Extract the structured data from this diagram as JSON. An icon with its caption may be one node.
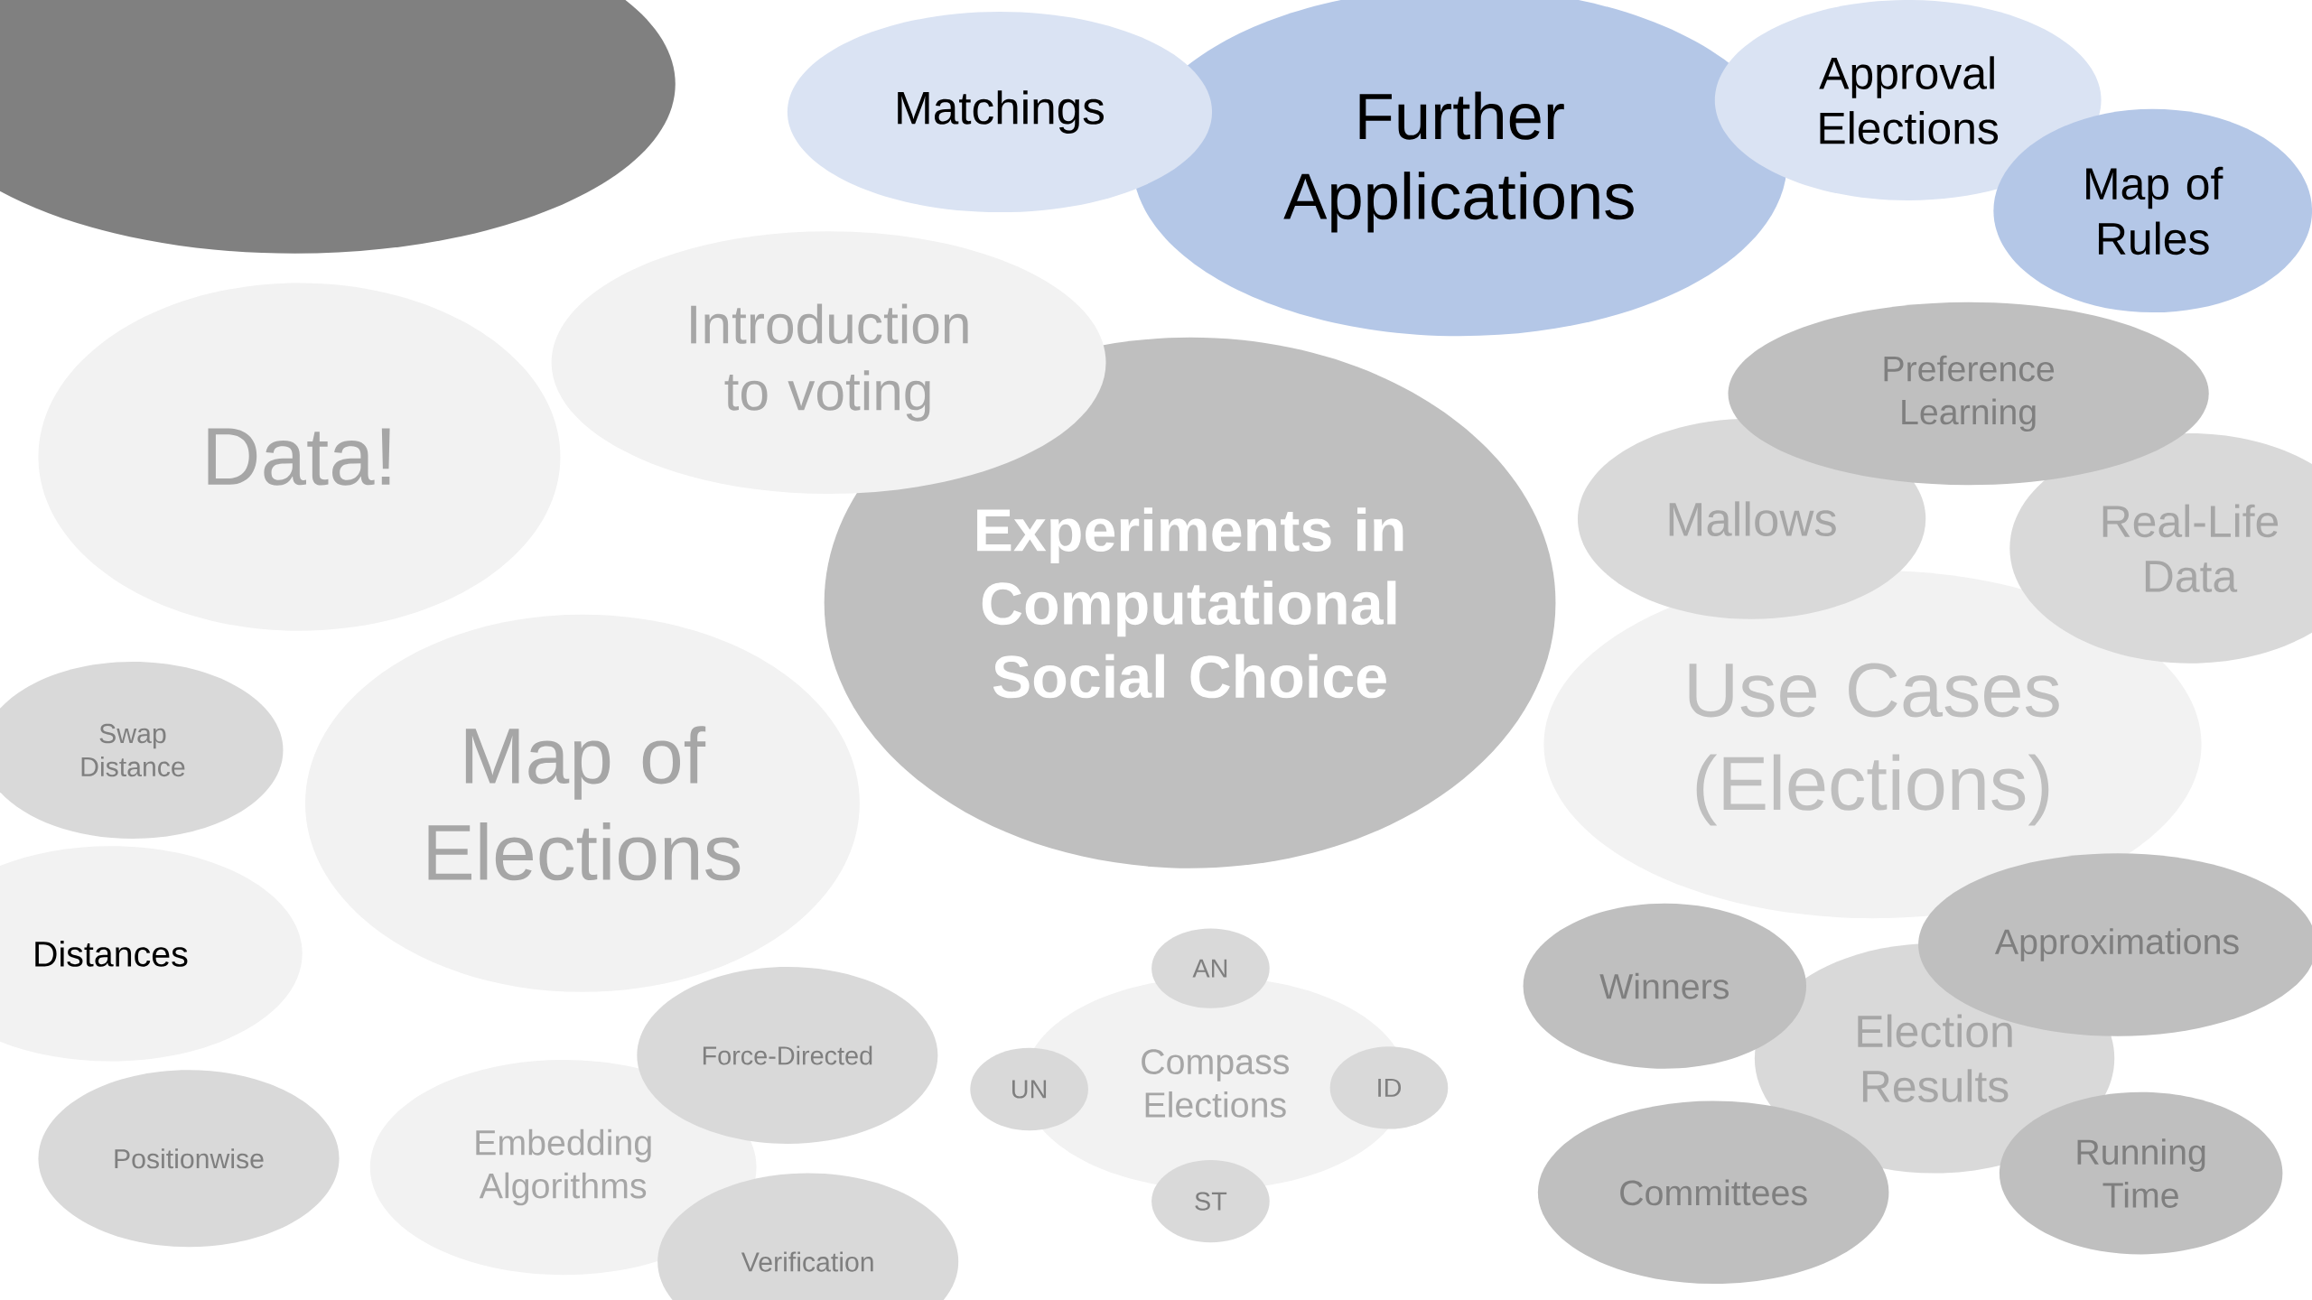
{
  "diagram": {
    "nodes": [
      {
        "text": [],
        "shape": "ellipse"
      },
      {
        "text": [
          "Matchings"
        ]
      },
      {
        "text": [
          "Further Applications"
        ]
      },
      {
        "text": [
          "Approval Elections"
        ]
      },
      {
        "text": [
          "Map of Rules"
        ]
      },
      {
        "text": [
          "Data!"
        ]
      },
      {
        "text": [
          "Introduction to voting"
        ]
      },
      {
        "text": [
          "Experiments in Computational Social Choice"
        ]
      },
      {
        "text": [
          "Preference Learning"
        ]
      },
      {
        "text": [
          "Mallows"
        ]
      },
      {
        "text": [
          "Real-Life Data"
        ]
      },
      {
        "text": [
          "Use Cases (Elections)"
        ]
      },
      {
        "text": [
          "Swap Distance"
        ]
      },
      {
        "text": [
          "Map of Elections"
        ]
      },
      {
        "text": [
          "Distances"
        ]
      },
      {
        "text": [
          "Positionwise"
        ]
      },
      {
        "text": [
          "Force-Directed"
        ]
      },
      {
        "text": [
          "Embedding Algorithms"
        ]
      },
      {
        "text": [
          "Verification"
        ]
      },
      {
        "text": [
          "AN"
        ]
      },
      {
        "text": [
          "UN"
        ]
      },
      {
        "text": [
          "Compass Elections"
        ]
      },
      {
        "text": [
          "ID"
        ]
      },
      {
        "text": [
          "ST"
        ]
      },
      {
        "text": [
          "Winners"
        ]
      },
      {
        "text": [
          "Approximations"
        ]
      },
      {
        "text": [
          "Election Results"
        ]
      },
      {
        "text": [
          "Committees"
        ]
      },
      {
        "text": [
          "Running Time"
        ]
      }
    ]
  }
}
